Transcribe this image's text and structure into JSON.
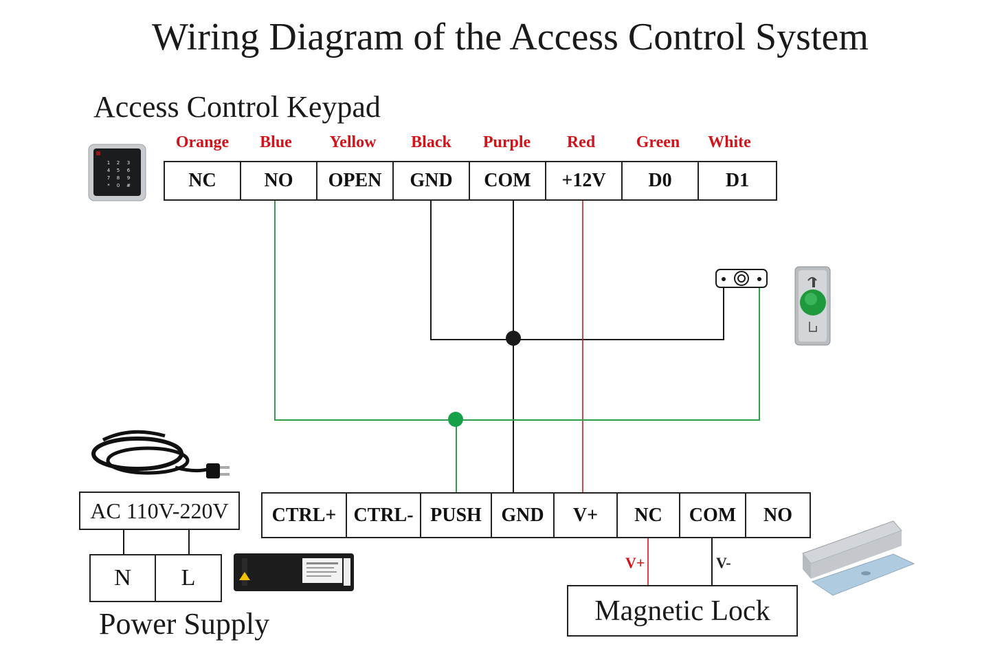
{
  "title": "Wiring Diagram of the Access Control System",
  "keypad": {
    "label": "Access Control Keypad",
    "wire_colors": [
      "Orange",
      "Blue",
      "Yellow",
      "Black",
      "Purple",
      "Red",
      "Green",
      "White"
    ],
    "terminals": [
      "NC",
      "NO",
      "OPEN",
      "GND",
      "COM",
      "+12V",
      "D0",
      "D1"
    ],
    "keys": [
      "1",
      "2",
      "3",
      "4",
      "5",
      "6",
      "7",
      "8",
      "9",
      "*",
      "0",
      "#"
    ]
  },
  "controller": {
    "terminals": [
      "CTRL+",
      "CTRL-",
      "PUSH",
      "GND",
      "V+",
      "NC",
      "COM",
      "NO"
    ]
  },
  "power": {
    "label": "Power Supply",
    "input": "AC 110V-220V",
    "terminals": [
      "N",
      "L"
    ]
  },
  "lock": {
    "label": "Magnetic Lock",
    "wire_pos": "V+",
    "wire_neg": "V-"
  },
  "colors": {
    "wire_red": "#d0141a",
    "wire_green": "#2e9e4a",
    "wire_black": "#1a1a1a",
    "junction_green": "#16a04a",
    "label_red": "#d0141a"
  },
  "icons": [
    "keypad-device-icon",
    "exit-button-icon",
    "exit-button-terminal-icon",
    "power-cord-icon",
    "power-supply-unit-icon",
    "magnetic-lock-icon"
  ]
}
